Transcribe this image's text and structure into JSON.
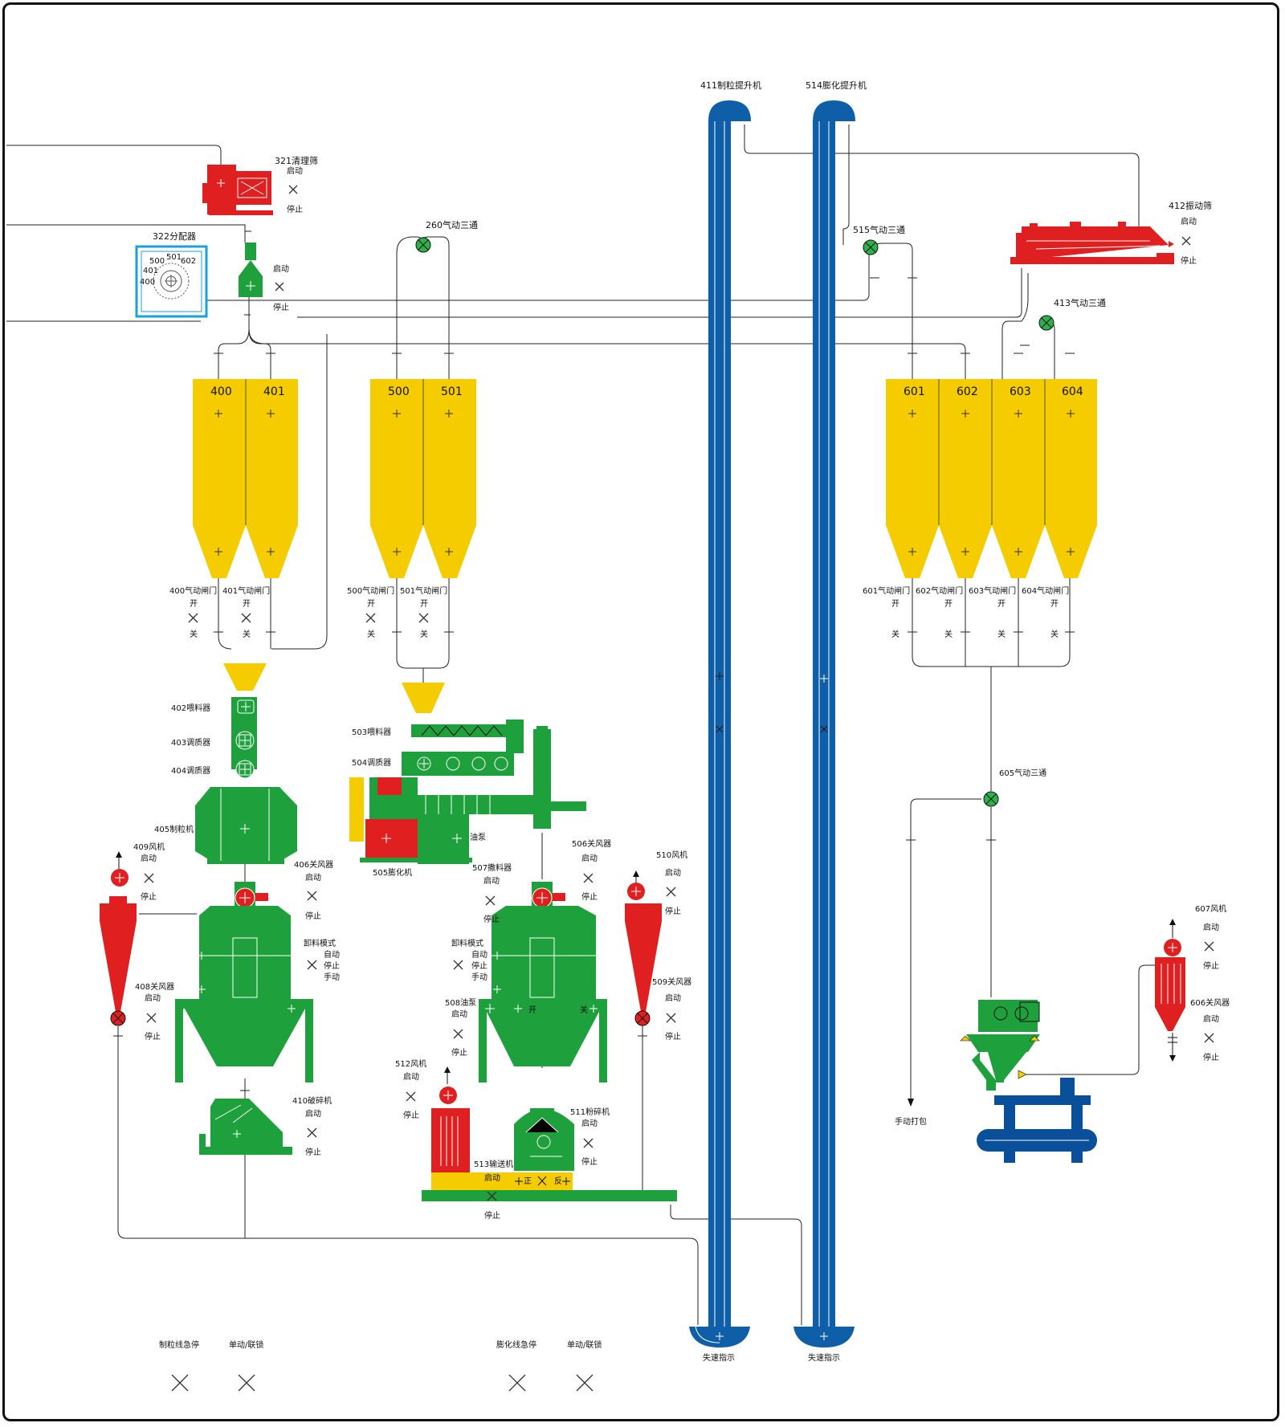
{
  "colors": {
    "bin_yellow": "#f5cc00",
    "machine_green": "#1ea03c",
    "machine_red": "#e02020",
    "elevator_blue": "#0f5fa8",
    "packer_blue": "#0a4f9a",
    "distributor_frame": "#1aa0dc",
    "valve_green": "#2db24a"
  },
  "common": {
    "start": "启动",
    "stop": "停止",
    "open": "开",
    "close": "关"
  },
  "labels": {
    "e411": "411制粒提升机",
    "e514": "514膨化提升机",
    "m321": "321清理筛",
    "m322": "322分配器",
    "v260": "260气动三通",
    "v515": "515气动三通",
    "m412": "412振动筛",
    "v413": "413气动三通",
    "bins": [
      "400",
      "401",
      "500",
      "501",
      "601",
      "602",
      "603",
      "604"
    ],
    "gates": [
      "400气动闸门",
      "401气动闸门",
      "500气动闸门",
      "501气动闸门",
      "601气动闸门",
      "602气动闸门",
      "603气动闸门",
      "604气动闸门"
    ],
    "dist_ports": [
      "500",
      "501",
      "602",
      "401",
      "400"
    ],
    "m402": "402喂料器",
    "m403": "403调质器",
    "m404": "404调质器",
    "m405": "405制粒机",
    "m409": "409风机",
    "m406": "406关风器",
    "discharge_mode": "卸料模式",
    "auto": "自动",
    "stop_mode": "停止",
    "manual": "手动",
    "m408": "408关风器",
    "m410": "410破碎机",
    "m503": "503喂料器",
    "m504": "504调质器",
    "oil_pump": "油泵",
    "m505": "505膨化机",
    "m506": "506关风器",
    "m507": "507撒料器",
    "m510": "510风机",
    "m509": "509关风器",
    "m508": "508油泵",
    "m512": "512风机",
    "m511": "511粉碎机",
    "m513": "513输送机",
    "forward": "正",
    "reverse": "反",
    "v605": "605气动三通",
    "m607": "607风机",
    "m606": "606关风器",
    "manual_pack": "手动打包",
    "speed_loss": "失速指示",
    "estop_pellet": "制粒线急停",
    "single_link_1": "单动/联锁",
    "estop_extrude": "膨化线急停",
    "single_link_2": "单动/联锁"
  }
}
